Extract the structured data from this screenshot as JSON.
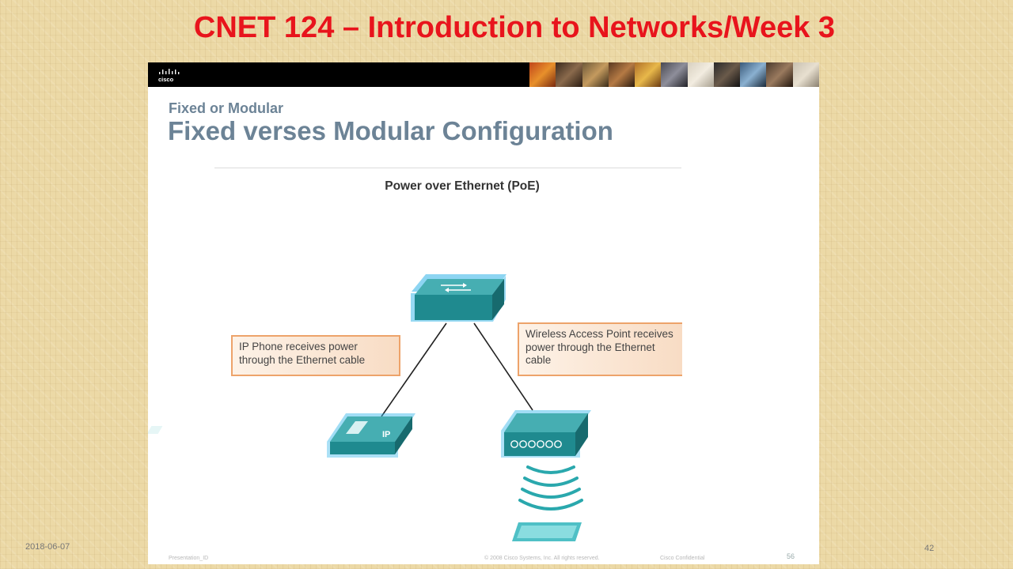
{
  "slide": {
    "title": "CNET 124 – Introduction to Networks/Week 3",
    "date": "2018-06-07",
    "number": "42"
  },
  "panel": {
    "brand": "cisco",
    "kicker": "Fixed or Modular",
    "heading": "Fixed verses Modular Configuration",
    "diagram_title": "Power over Ethernet (PoE)",
    "callout_left": "IP Phone receives power through the Ethernet cable",
    "callout_right": "Wireless Access Point receives power through the Ethernet cable",
    "phone_label": "IP",
    "footer_left": "Presentation_ID",
    "footer_copyright": "© 2008 Cisco Systems, Inc. All rights reserved.",
    "footer_confidential": "Cisco Confidential",
    "footer_page": "56"
  },
  "icons": [
    "cisco-logo-icon",
    "switch-icon",
    "ip-phone-icon",
    "access-point-icon",
    "wireless-waves-icon"
  ],
  "colors": {
    "title_red": "#e8141c",
    "heading_slate": "#6c8396",
    "device_teal": "#1f8a8f",
    "device_glow": "#2fb3e8",
    "callout_border": "#eda36a"
  }
}
